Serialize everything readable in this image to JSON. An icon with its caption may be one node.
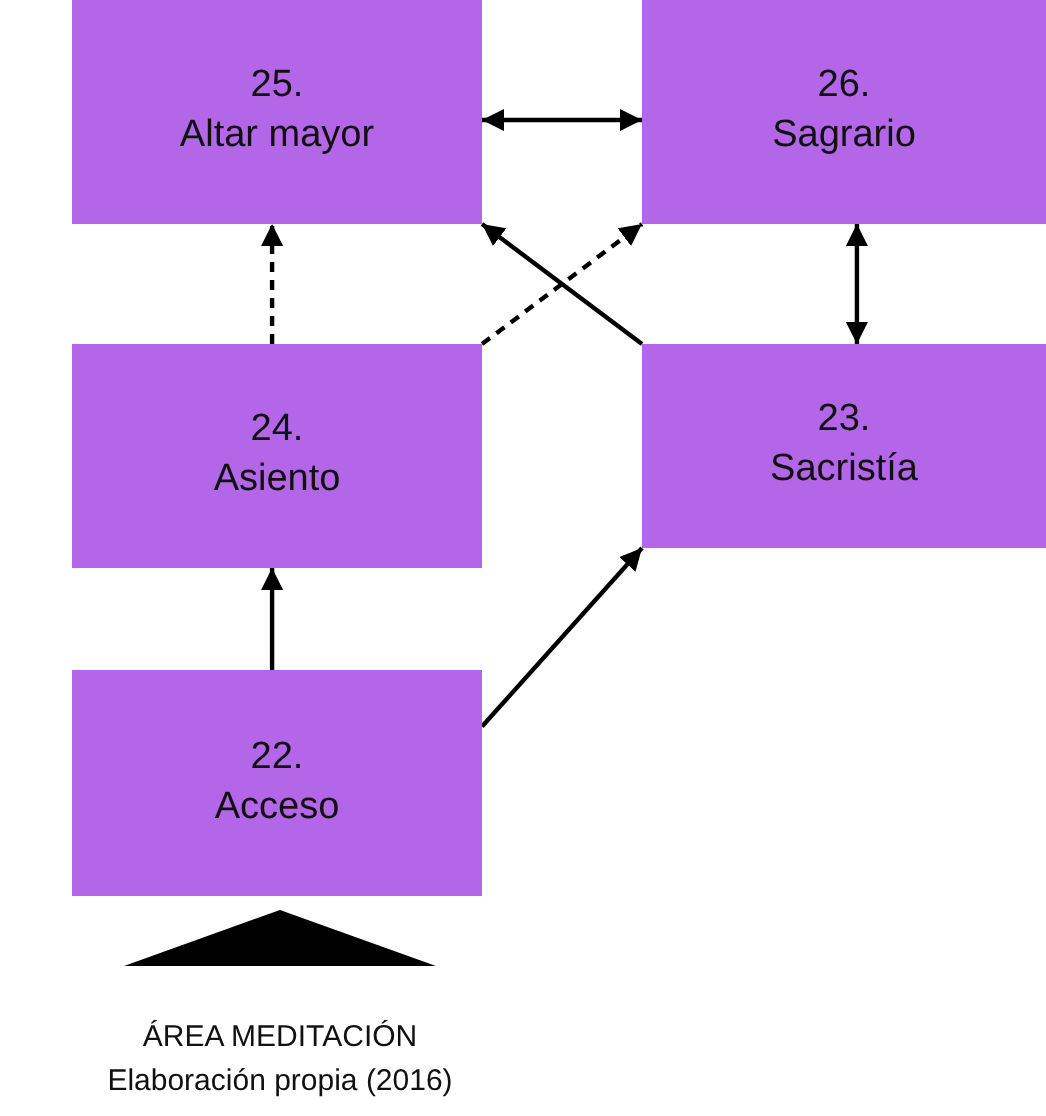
{
  "diagram": {
    "caption": "Elaboración propia (2016)",
    "nodes": [
      {
        "text": [
          "25.",
          "Altar mayor"
        ]
      },
      {
        "text": [
          "26.",
          "Sagrario"
        ]
      },
      {
        "text": [
          "24.",
          "Asiento"
        ]
      },
      {
        "text": [
          "23.",
          "Sacristía"
        ]
      },
      {
        "text": [
          "22.",
          "Acceso"
        ]
      },
      {
        "text": [],
        "shape": "triangle",
        "beside": [
          "ÁREA MEDITACIÓN"
        ]
      }
    ],
    "edges": [
      {
        "from": 0,
        "to": 1,
        "arrow": "both"
      },
      {
        "from": 2,
        "to": 0,
        "arrow": "to",
        "style": "dashed"
      },
      {
        "from": 2,
        "to": 1,
        "arrow": "to",
        "style": "dashed"
      },
      {
        "from": 3,
        "to": 0,
        "arrow": "to"
      },
      {
        "from": 1,
        "to": 3,
        "arrow": "both"
      },
      {
        "from": 4,
        "to": 2,
        "arrow": "to"
      },
      {
        "from": 4,
        "to": 3,
        "arrow": "to"
      }
    ]
  }
}
